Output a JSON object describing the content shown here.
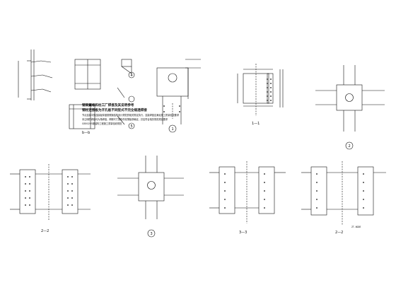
{
  "drawing": {
    "labels": {
      "s1_1": "1—1",
      "s2_2": "2—2",
      "s3_3": "3—3",
      "s2_2b": "2—2",
      "sb": "b—b",
      "n1": "1",
      "n2": "2",
      "n3": "3",
      "n4": "4",
      "n5": "5"
    },
    "notes": {
      "title_line1": "钢梁翼缘和柱工厂焊接及其说明参考",
      "title_line2": "钢柱连接板为开孔板不同型式不完全熔透焊接",
      "body_line1": "节点连接中的连接板厚度按照钢结构设计规范的相关规定执行，连接焊缝应满足施工质量验收要求",
      "body_line2": "未注明的焊缝均为角焊缝，焊脚尺寸按构件较薄板厚确定，并应符合相关规范规定要求",
      "body_line3": "GB50205钢结构工程施工质量验收规范"
    },
    "stamp": "ZT-NODE"
  }
}
